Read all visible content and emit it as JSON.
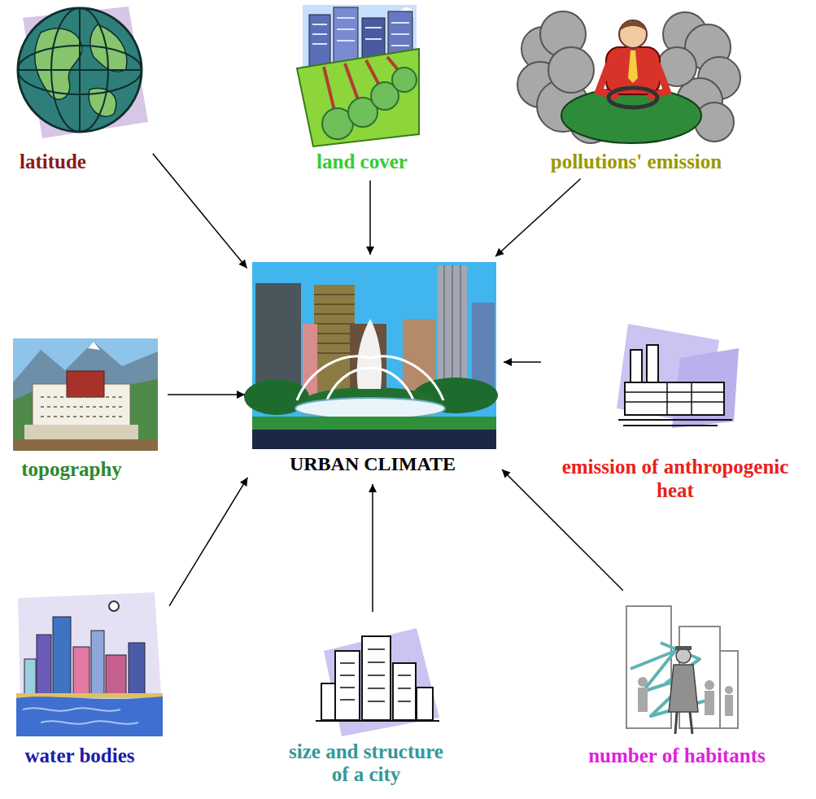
{
  "diagram": {
    "nodes": [
      {
        "text": [
          "latitude"
        ]
      },
      {
        "text": [
          "land cover"
        ]
      },
      {
        "text": [
          "pollutions' emission"
        ]
      },
      {
        "text": [
          "topography"
        ]
      },
      {
        "text": [
          "URBAN CLIMATE"
        ]
      },
      {
        "text": [
          "emission of anthropogenic heat"
        ]
      },
      {
        "text": [
          "water bodies"
        ]
      },
      {
        "text": [
          "size and structure of a city"
        ]
      },
      {
        "text": [
          "number of habitants"
        ]
      }
    ],
    "edges": [
      {
        "from": 0,
        "to": 4,
        "arrow": "to"
      },
      {
        "from": 1,
        "to": 4,
        "arrow": "to"
      },
      {
        "from": 2,
        "to": 4,
        "arrow": "to"
      },
      {
        "from": 3,
        "to": 4,
        "arrow": "to"
      },
      {
        "from": 5,
        "to": 4,
        "arrow": "to"
      },
      {
        "from": 6,
        "to": 4,
        "arrow": "to"
      },
      {
        "from": 7,
        "to": 4,
        "arrow": "to"
      },
      {
        "from": 8,
        "to": 4,
        "arrow": "to"
      }
    ]
  }
}
